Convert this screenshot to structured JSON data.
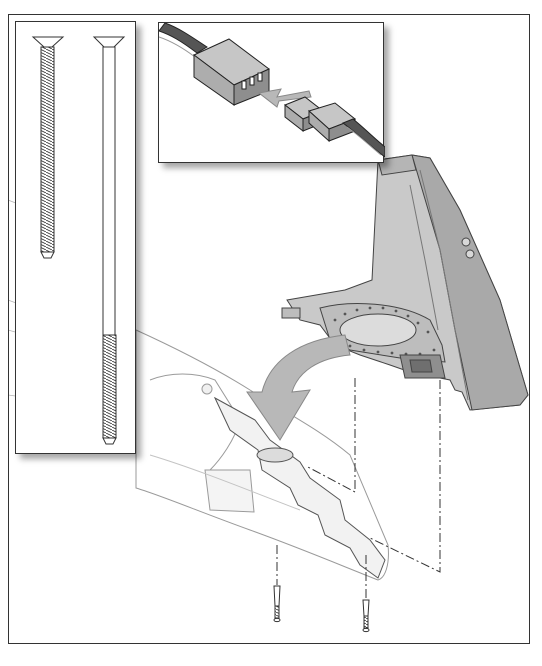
{
  "figure": {
    "panels": [
      {
        "id": "hardware-callout",
        "items": [
          "short-screw",
          "long-screw"
        ]
      },
      {
        "id": "connector-detail-callout",
        "items": [
          "servo-lead-plug",
          "extension-socket",
          "insert-arrow"
        ]
      }
    ],
    "main_view": {
      "items": [
        "fuselage-tail",
        "vertical-stabilizer",
        "install-arrow",
        "alignment-lines",
        "mounting-screws"
      ]
    },
    "colors": {
      "outline": "#333333",
      "stabilizer_fill": "#c9c9c9",
      "stabilizer_shade": "#a9a9a9",
      "arrow_fill": "#b8b8b8",
      "connector_fill": "#9a9a9a",
      "shadow": "#8a8a8a"
    }
  }
}
